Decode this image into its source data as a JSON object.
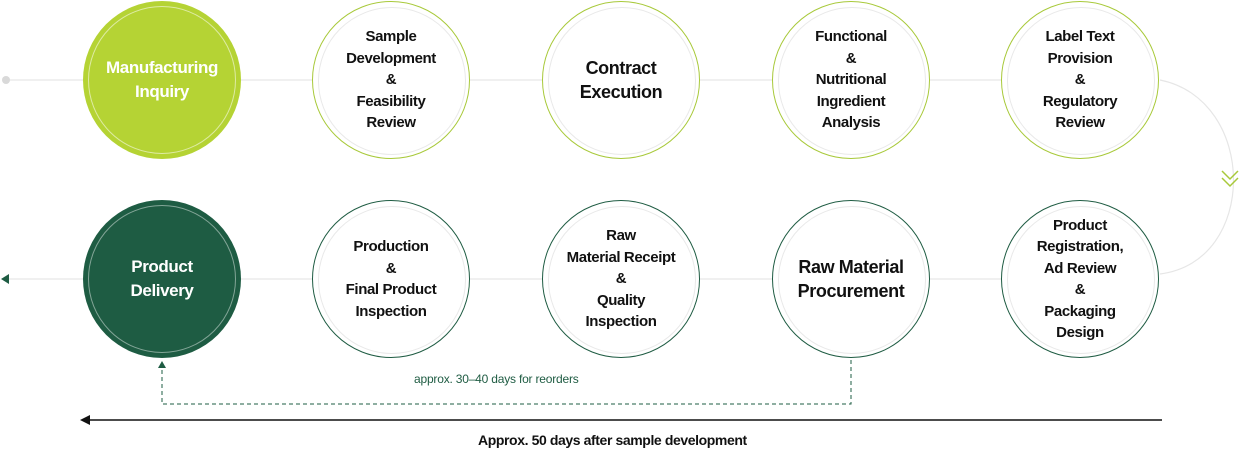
{
  "colors": {
    "accent_light": "#b5d334",
    "accent_dark": "#1e5c43",
    "line": "#e6e6e6"
  },
  "steps_top": [
    {
      "label": "Manufacturing\nInquiry",
      "kind": "start"
    },
    {
      "label": "Sample\nDevelopment\n&\nFeasibility\nReview",
      "kind": "normal"
    },
    {
      "label": "Contract\nExecution",
      "kind": "big"
    },
    {
      "label": "Functional\n&\nNutritional\nIngredient\nAnalysis",
      "kind": "normal"
    },
    {
      "label": "Label Text\nProvision\n&\nRegulatory\nReview",
      "kind": "normal"
    }
  ],
  "steps_bottom": [
    {
      "label": "Product\nDelivery",
      "kind": "end"
    },
    {
      "label": "Production\n&\nFinal Product\nInspection",
      "kind": "normal"
    },
    {
      "label": "Raw\nMaterial Receipt\n&\nQuality\nInspection",
      "kind": "normal"
    },
    {
      "label": "Raw Material\nProcurement",
      "kind": "big"
    },
    {
      "label": "Product\nRegistration,\nAd Review\n&\nPackaging\nDesign",
      "kind": "normal"
    }
  ],
  "reorder_note": "approx. 30–40 days for reorders",
  "timeline_note": "Approx. 50 days after sample development"
}
